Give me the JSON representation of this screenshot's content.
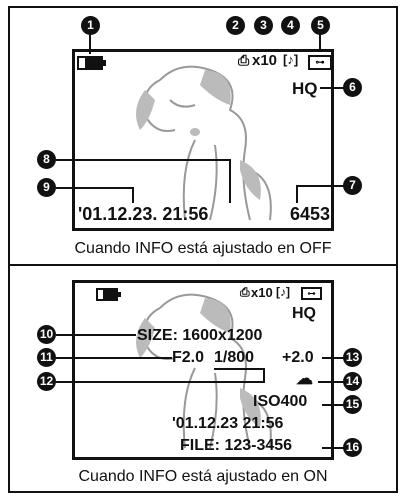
{
  "off_panel": {
    "caption": "Cuando INFO está ajustado en OFF",
    "print_qty": "x10",
    "quality": "HQ",
    "datetime": "'01.12.23. 21:56",
    "frame_number": "6453"
  },
  "on_panel": {
    "caption": "Cuando INFO está ajustado en ON",
    "print_qty": "x10",
    "quality": "HQ",
    "size": "SIZE: 1600x1200",
    "aperture": "F2.0",
    "shutter": "1/800",
    "exposure_comp": "+2.0",
    "iso": "ISO400",
    "datetime": "'01.12.23 21:56",
    "file": "FILE: 123-3456"
  },
  "callouts": [
    "1",
    "2",
    "3",
    "4",
    "5",
    "6",
    "7",
    "8",
    "9",
    "10",
    "11",
    "12",
    "13",
    "14",
    "15",
    "16"
  ]
}
